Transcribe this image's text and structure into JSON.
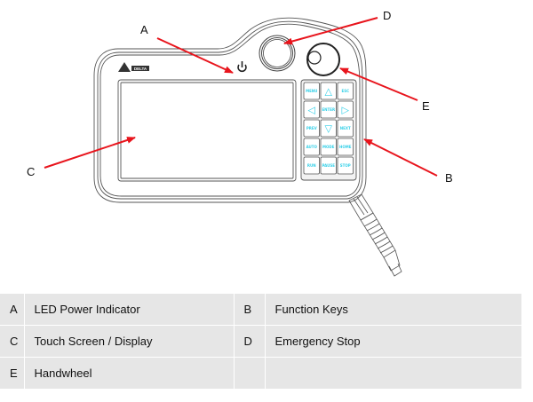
{
  "diagram": {
    "subject": "Handheld pendant controller",
    "callouts": [
      {
        "letter": "A",
        "target": "LED Power Indicator"
      },
      {
        "letter": "B",
        "target": "Function Keys"
      },
      {
        "letter": "C",
        "target": "Touch Screen / Display"
      },
      {
        "letter": "D",
        "target": "Emergency Stop"
      },
      {
        "letter": "E",
        "target": "Handwheel"
      }
    ],
    "arrow_color": "#e8141c",
    "key_label_color": "#35d0e8",
    "brand_label": "DELTA",
    "keypad": [
      [
        "MENU",
        "△",
        "ESC"
      ],
      [
        "◁",
        "ENTER",
        "▷"
      ],
      [
        "PREV",
        "▽",
        "NEXT"
      ],
      [
        "AUTO",
        "MODE",
        "HOME"
      ],
      [
        "RUN",
        "PAUSE",
        "STOP"
      ]
    ]
  },
  "legend": {
    "rows": [
      [
        {
          "key": "A",
          "label": "LED Power Indicator"
        },
        {
          "key": "B",
          "label": "Function Keys"
        }
      ],
      [
        {
          "key": "C",
          "label": "Touch Screen / Display"
        },
        {
          "key": "D",
          "label": "Emergency Stop"
        }
      ],
      [
        {
          "key": "E",
          "label": "Handwheel"
        },
        {
          "key": "",
          "label": ""
        }
      ]
    ]
  }
}
